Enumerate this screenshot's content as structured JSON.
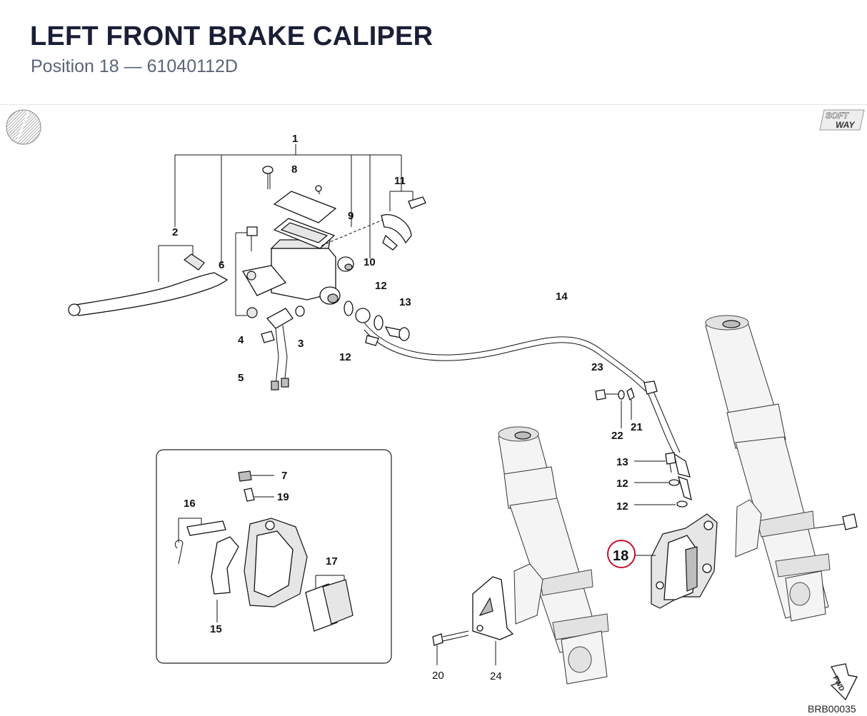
{
  "header": {
    "title": "LEFT FRONT BRAKE CALIPER",
    "subtitle": "Position 18 — 61040112D"
  },
  "brand": {
    "line1": "SOFT",
    "line2": "WAY"
  },
  "fwd_label": "FWD",
  "drawing_code": "BRB00035",
  "highlight_color": "#c8102e",
  "callouts": {
    "c1": "1",
    "c2": "2",
    "c3": "3",
    "c4": "4",
    "c5": "5",
    "c6": "6",
    "c8": "8",
    "c9": "9",
    "c10": "10",
    "c11": "11",
    "c12a": "12",
    "c12b": "12",
    "c13a": "13",
    "c14": "14",
    "c23": "23",
    "c22": "22",
    "c21": "21",
    "c13b": "13",
    "c12c": "12",
    "c12d": "12",
    "c18": "18",
    "c7": "7",
    "c19": "19",
    "c16": "16",
    "c17": "17",
    "c15": "15",
    "c20": "20",
    "c24": "24"
  }
}
